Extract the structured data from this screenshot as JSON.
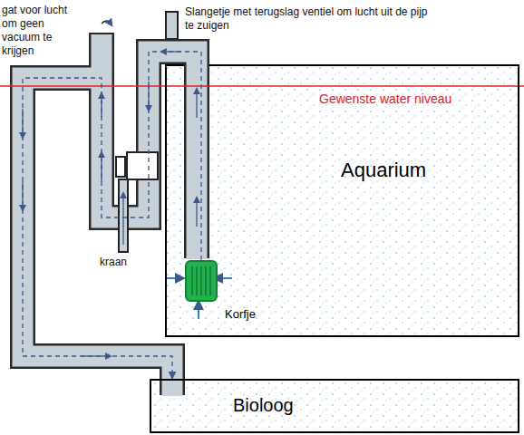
{
  "diagram": {
    "nodes": [
      {
        "text": [
          "Aquarium"
        ]
      },
      {
        "text": [
          "Korfje"
        ],
        "in": 0
      },
      {
        "text": [
          "Bioloog"
        ]
      }
    ],
    "edges": [
      {
        "from": 1,
        "to": 2,
        "arrow": "to"
      }
    ],
    "labels": [
      "gat voor lucht om geen vacuum te krijgen",
      "Slangetje met terugslag ventiel om lucht uit de pijp te zuigen",
      "Gewenste water niveau",
      "kraan"
    ]
  }
}
